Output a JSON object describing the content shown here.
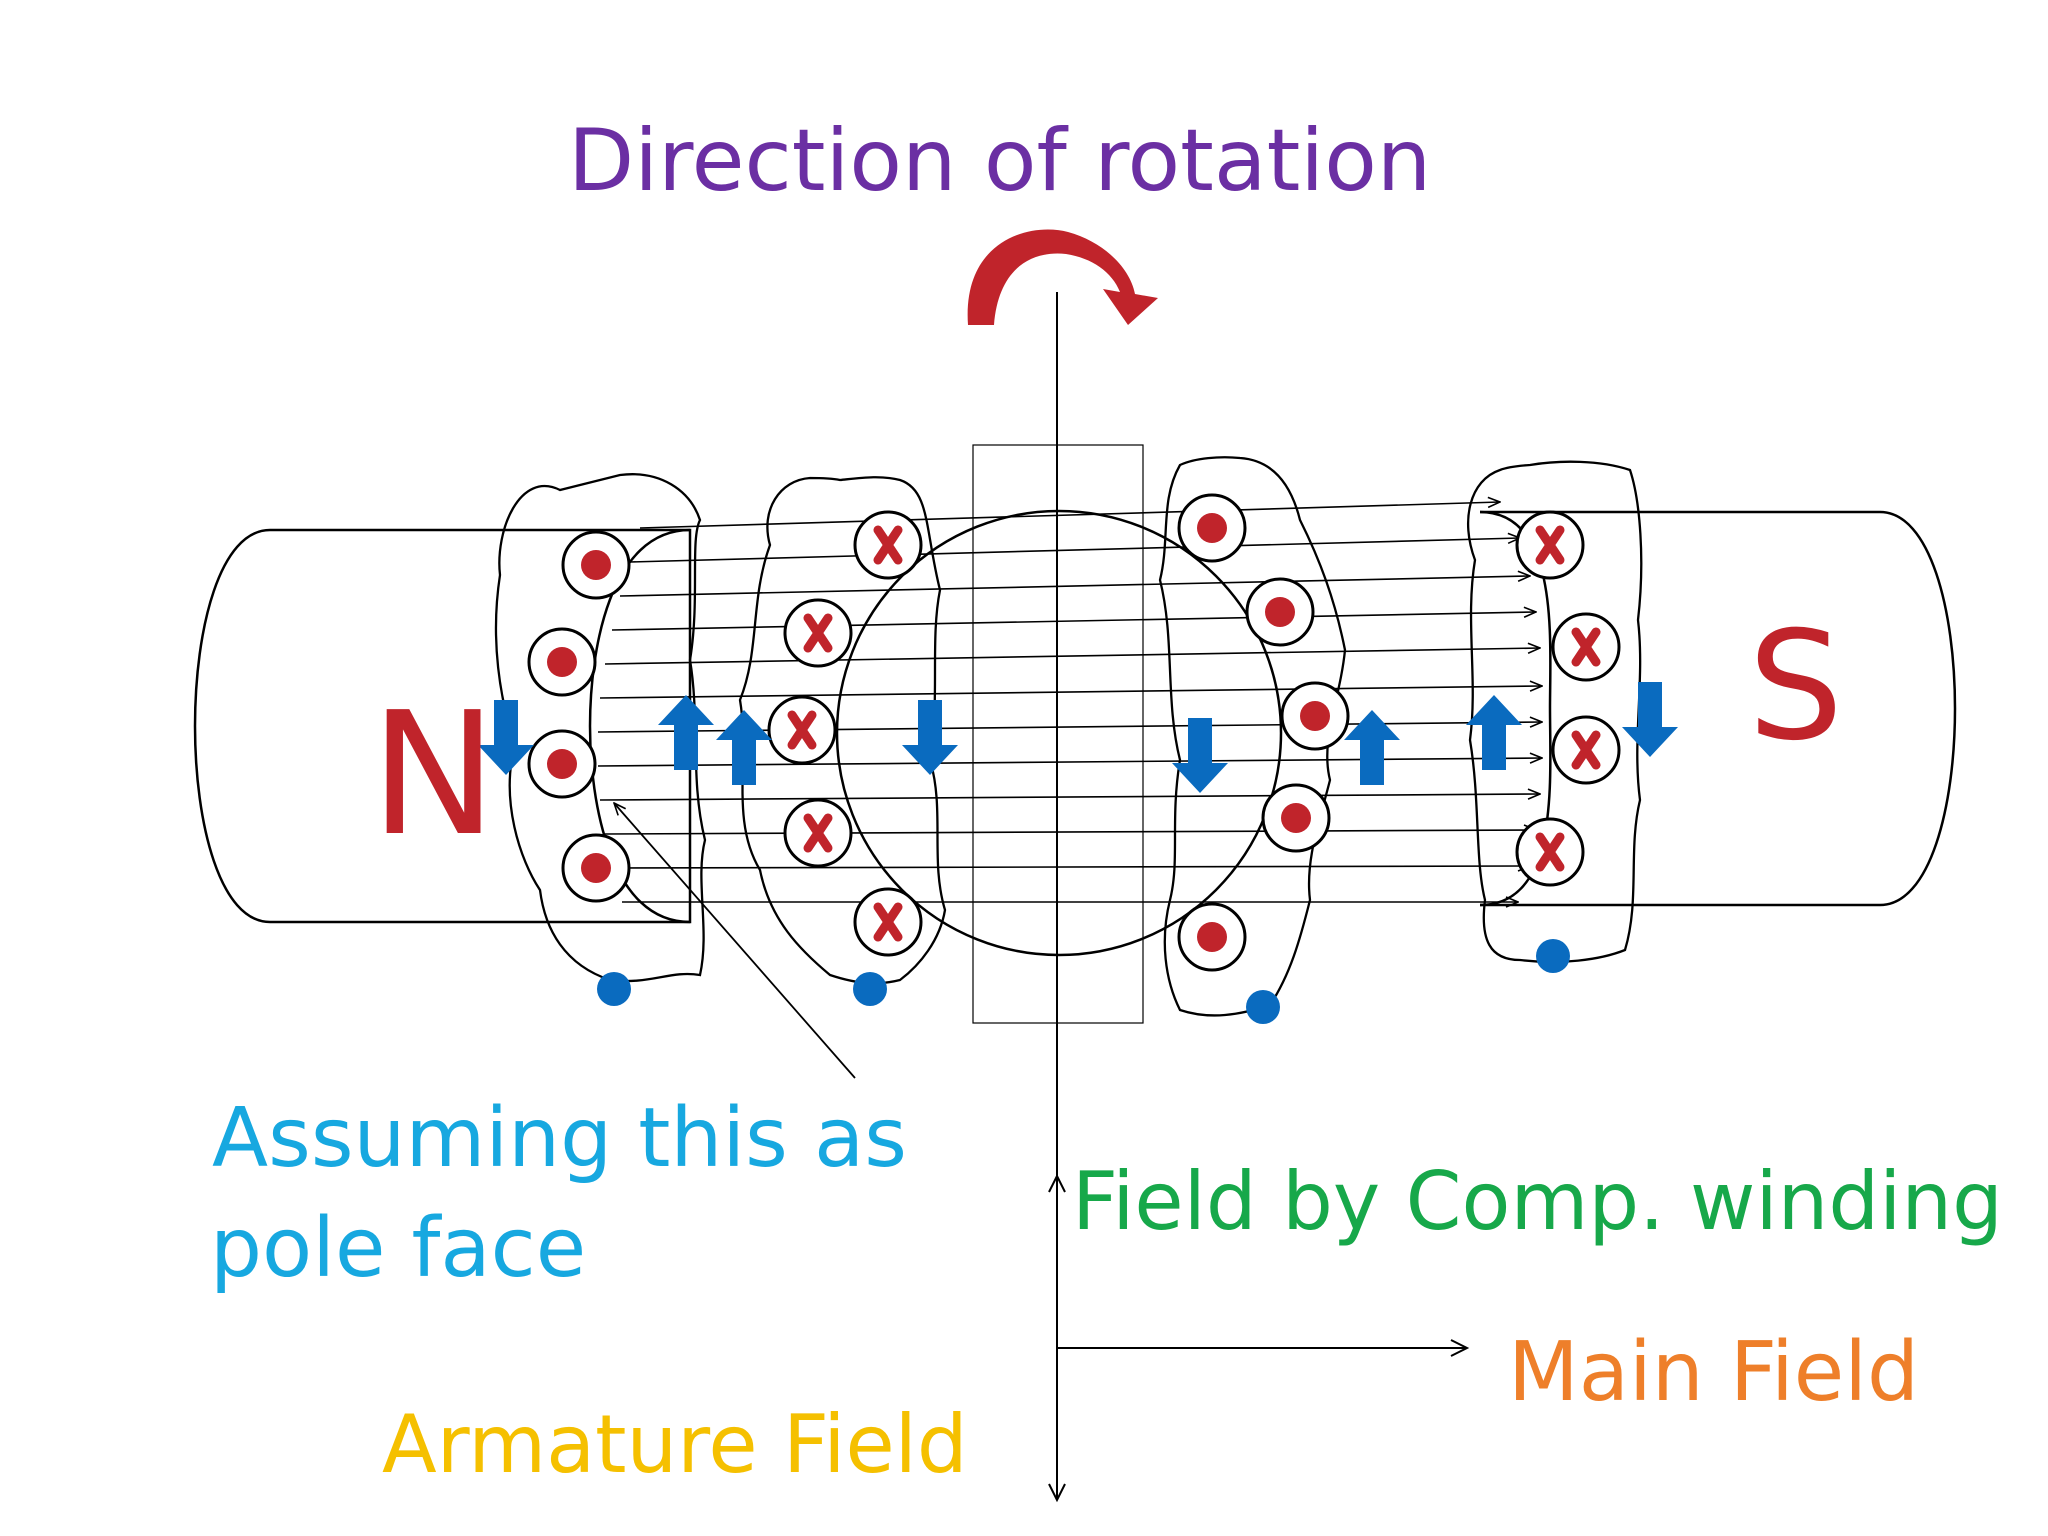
{
  "title": "Direction of rotation",
  "poles": {
    "north": "N",
    "south": "S"
  },
  "labels": {
    "pole_face": [
      "Assuming this as",
      "pole face"
    ],
    "comp_winding": "Field by Comp. winding",
    "main_field": "Main Field",
    "armature_field": "Armature Field"
  },
  "colors": {
    "title": "#6b2fa3",
    "pole_letter": "#c0242b",
    "conductor": "#c0242b",
    "flux_arrow": "#0a6bbf",
    "pole_face": "#17a8e0",
    "comp_winding": "#17a84a",
    "main_field": "#ee7f2a",
    "armature_field": "#f5c000",
    "rotation_arrow": "#c0242b"
  },
  "icons": {
    "rotation": "curved-arrow-clockwise",
    "conductor_out": "dot-in-circle",
    "conductor_in": "cross-in-circle",
    "flux": "block-arrow"
  }
}
